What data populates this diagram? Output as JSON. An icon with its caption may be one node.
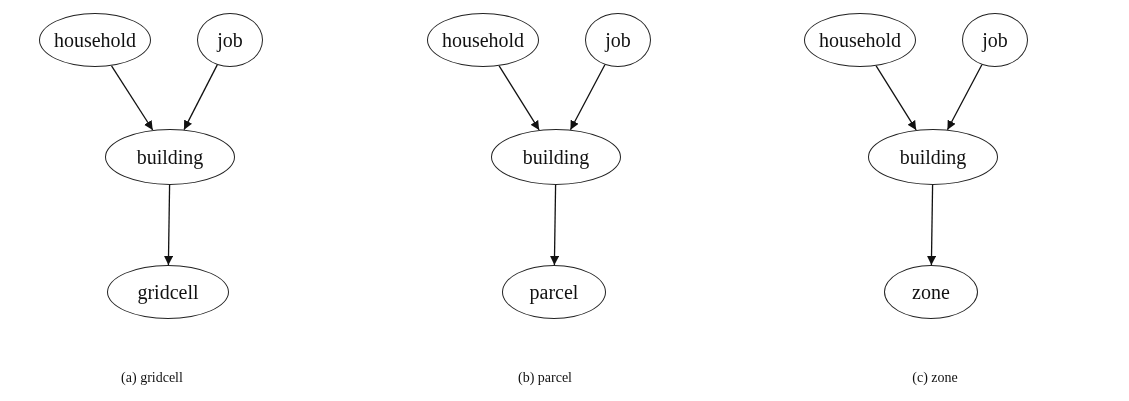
{
  "diagram": {
    "nodes": [
      {
        "text": [
          "household"
        ]
      },
      {
        "text": [
          "job"
        ]
      },
      {
        "text": [
          "building"
        ]
      },
      {
        "text": [
          "gridcell"
        ]
      },
      {
        "text": [
          "household"
        ]
      },
      {
        "text": [
          "job"
        ]
      },
      {
        "text": [
          "building"
        ]
      },
      {
        "text": [
          "parcel"
        ]
      },
      {
        "text": [
          "household"
        ]
      },
      {
        "text": [
          "job"
        ]
      },
      {
        "text": [
          "building"
        ]
      },
      {
        "text": [
          "zone"
        ]
      }
    ],
    "edges": [
      {
        "from": 0,
        "to": 2,
        "arrow": "to"
      },
      {
        "from": 1,
        "to": 2,
        "arrow": "to"
      },
      {
        "from": 2,
        "to": 3,
        "arrow": "to"
      },
      {
        "from": 4,
        "to": 6,
        "arrow": "to"
      },
      {
        "from": 5,
        "to": 6,
        "arrow": "to"
      },
      {
        "from": 6,
        "to": 7,
        "arrow": "to"
      },
      {
        "from": 8,
        "to": 10,
        "arrow": "to"
      },
      {
        "from": 9,
        "to": 10,
        "arrow": "to"
      },
      {
        "from": 10,
        "to": 11,
        "arrow": "to"
      }
    ],
    "labels": [
      "(a) gridcell",
      "(b) parcel",
      "(c) zone"
    ]
  }
}
